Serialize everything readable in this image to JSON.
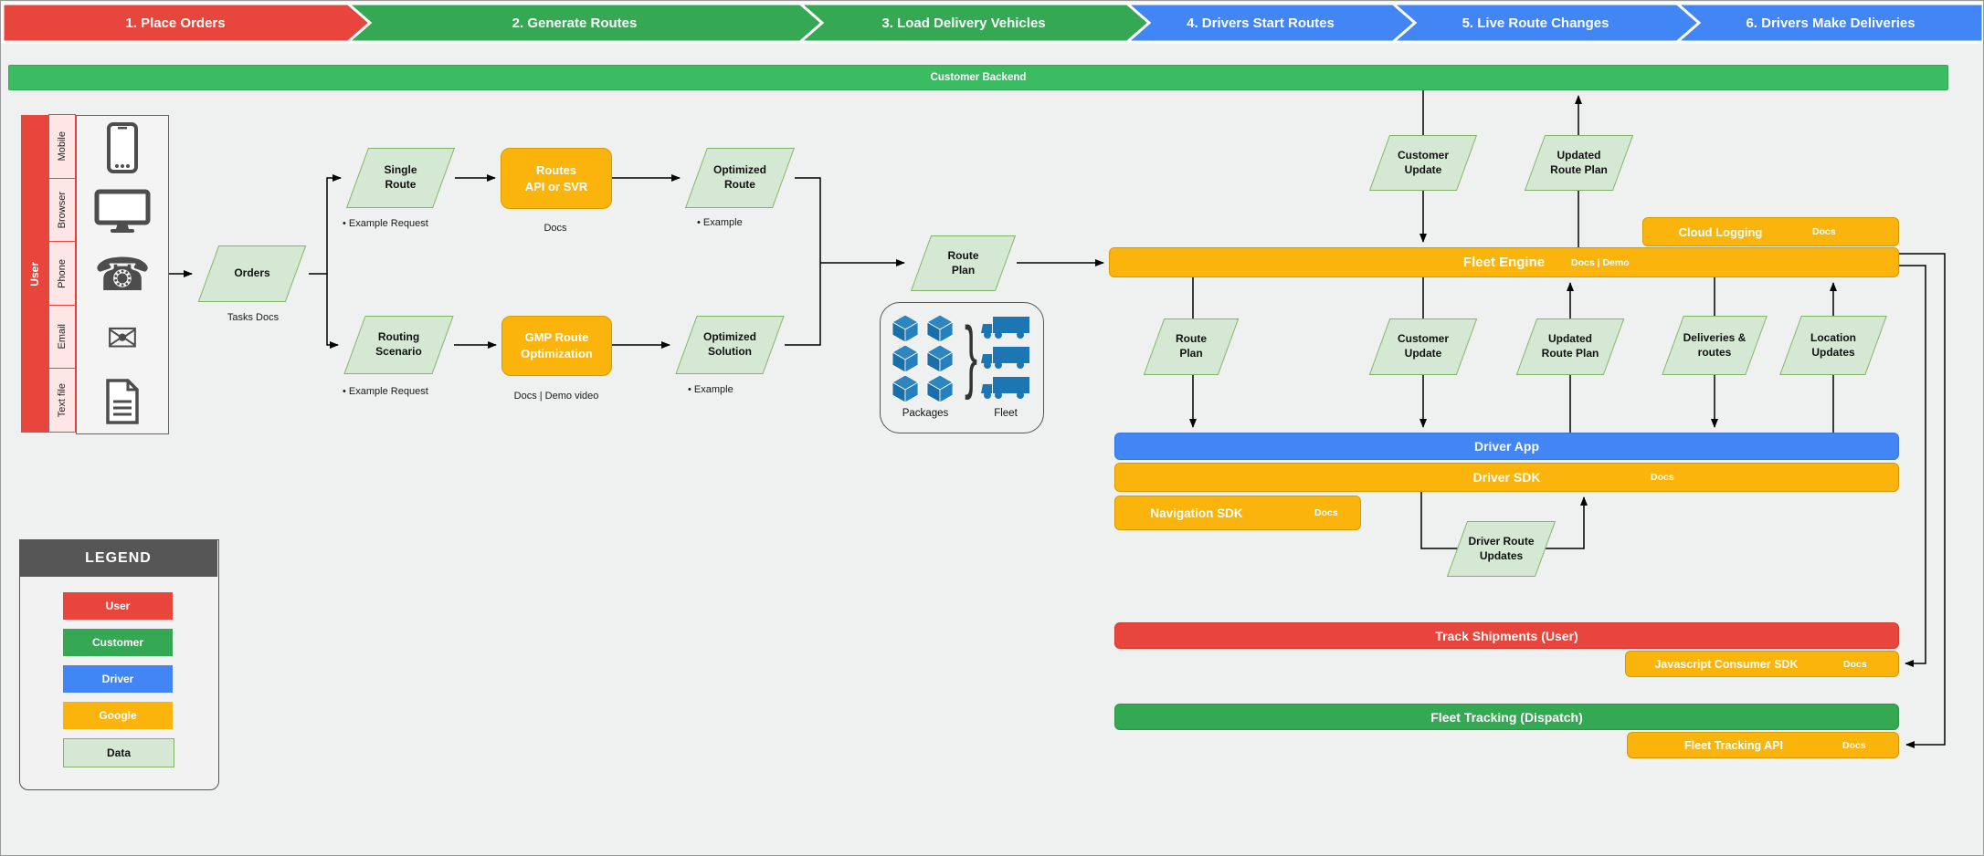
{
  "banner": {
    "steps": [
      {
        "label": "1. Place Orders",
        "color": "#e8463c"
      },
      {
        "label": "2. Generate Routes",
        "color": "#34a853"
      },
      {
        "label": "3. Load Delivery Vehicles",
        "color": "#34a853"
      },
      {
        "label": "4. Drivers Start Routes",
        "color": "#4285f4"
      },
      {
        "label": "5. Live Route Changes",
        "color": "#4285f4"
      },
      {
        "label": "6. Drivers Make Deliveries",
        "color": "#4285f4"
      }
    ]
  },
  "backend": {
    "label": "Customer Backend"
  },
  "user_panel": {
    "title": "User",
    "channels": [
      "Mobile",
      "Browser",
      "Phone",
      "Email",
      "Text file"
    ],
    "icons": [
      "smartphone-icon",
      "monitor-icon",
      "telephone-icon",
      "envelope-icon",
      "document-icon"
    ]
  },
  "nodes": {
    "orders": {
      "label": "Orders",
      "sub": "Tasks Docs"
    },
    "single_route": {
      "label": "Single\nRoute",
      "bullet": "Example Request"
    },
    "routes_api": {
      "label": "Routes\nAPI or SVR",
      "sub": "Docs"
    },
    "optimized_route": {
      "label": "Optimized\nRoute",
      "bullet": "Example"
    },
    "routing_scenario": {
      "label": "Routing\nScenario",
      "bullet": "Example Request"
    },
    "gmp_route_optimization": {
      "label": "GMP Route\nOptimization",
      "sub": "Docs | Demo video"
    },
    "optimized_solution": {
      "label": "Optimized\nSolution",
      "bullet": "Example"
    },
    "route_plan_main": {
      "label": "Route\nPlan"
    },
    "customer_update_top": {
      "label": "Customer\nUpdate"
    },
    "updated_route_plan_top": {
      "label": "Updated\nRoute Plan"
    },
    "route_plan_2": {
      "label": "Route\nPlan"
    },
    "customer_update_2": {
      "label": "Customer\nUpdate"
    },
    "updated_route_plan_2": {
      "label": "Updated\nRoute Plan"
    },
    "deliveries_routes": {
      "label": "Deliveries &\nroutes"
    },
    "location_updates": {
      "label": "Location\nUpdates"
    },
    "driver_route_updates": {
      "label": "Driver Route\nUpdates"
    }
  },
  "packages_fleet": {
    "packages_label": "Packages",
    "fleet_label": "Fleet"
  },
  "bars": {
    "fleet_engine": {
      "label": "Fleet Engine",
      "docs": "Docs | Demo"
    },
    "cloud_logging": {
      "label": "Cloud Logging",
      "docs": "Docs"
    },
    "driver_app": {
      "label": "Driver App"
    },
    "driver_sdk": {
      "label": "Driver SDK",
      "docs": "Docs"
    },
    "navigation_sdk": {
      "label": "Navigation SDK",
      "docs": "Docs"
    },
    "track_shipments": {
      "label": "Track Shipments (User)"
    },
    "js_consumer_sdk": {
      "label": "Javascript Consumer SDK",
      "docs": "Docs"
    },
    "fleet_tracking": {
      "label": "Fleet Tracking (Dispatch)"
    },
    "fleet_tracking_api": {
      "label": "Fleet Tracking API",
      "docs": "Docs"
    }
  },
  "legend": {
    "title": "LEGEND",
    "items": [
      {
        "label": "User",
        "color": "#e8463c"
      },
      {
        "label": "Customer",
        "color": "#34a853"
      },
      {
        "label": "Driver",
        "color": "#4285f4"
      },
      {
        "label": "Google",
        "color": "#fbb40b"
      },
      {
        "label": "Data",
        "color": "#d5e8d4",
        "border": "#82b366"
      }
    ]
  },
  "colors": {
    "user_red": "#e8463c",
    "customer_green": "#34a853",
    "backend_green": "#3bbc63",
    "driver_blue": "#4285f4",
    "google_orange": "#fbb40b",
    "data_fill": "#d5e8d4",
    "data_border": "#82b366",
    "fleet_icon_blue": "#1d76b4"
  }
}
